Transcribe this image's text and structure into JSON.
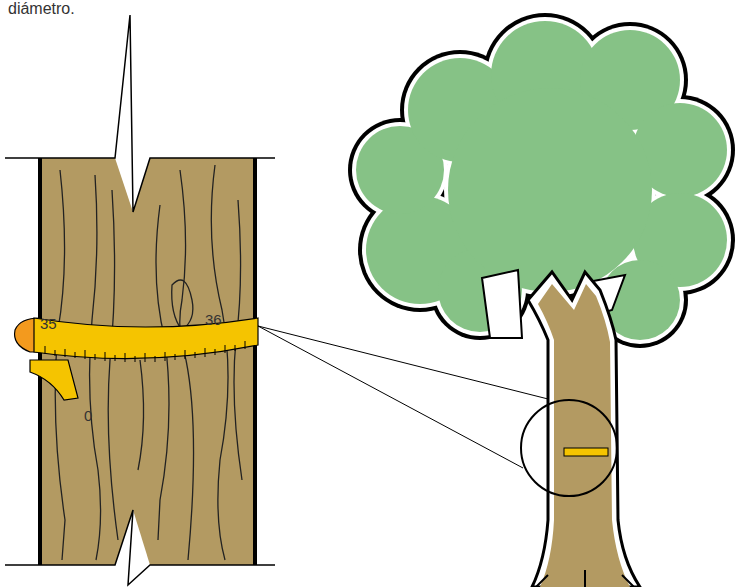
{
  "diagram": {
    "labels": [
      "diámetro.",
      "35",
      "36",
      "0"
    ]
  }
}
